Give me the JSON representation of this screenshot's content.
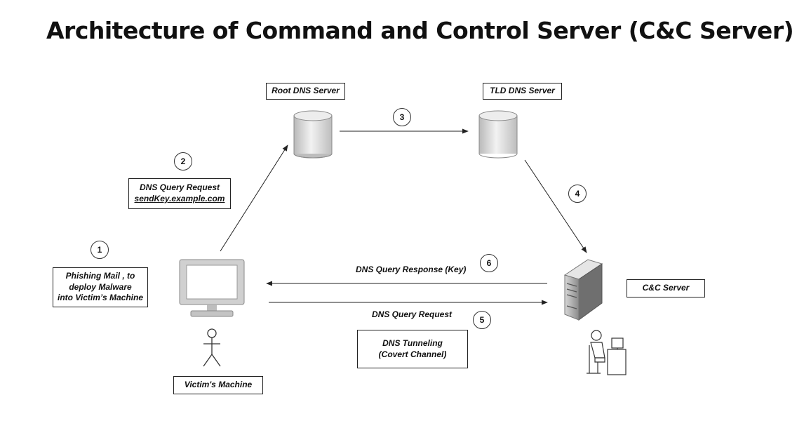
{
  "title": "Architecture of Command and Control Server (C&C Server)",
  "nodes": {
    "root_dns": "Root DNS Server",
    "tld_dns": "TLD DNS Server",
    "cc_server": "C&C Server",
    "victim": "Victim's Machine"
  },
  "notes": {
    "dns_query_title": "DNS Query Request",
    "dns_query_domain": "sendKey.example.com",
    "phishing_line1": "Phishing Mail , to",
    "phishing_line2": "deploy Malware",
    "phishing_line3": "into Victim’s Machine",
    "tunnel_line1": "DNS Tunneling",
    "tunnel_line2": "(Covert Channel)"
  },
  "edge_labels": {
    "response": "DNS Query Response (Key)",
    "request": "DNS Query Request"
  },
  "steps": [
    "1",
    "2",
    "3",
    "4",
    "5",
    "6"
  ]
}
